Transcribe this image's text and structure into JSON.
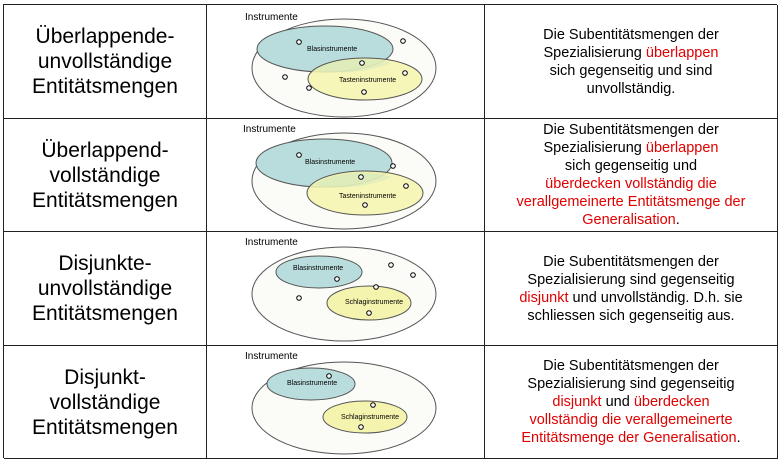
{
  "rows": [
    {
      "title": [
        "Überlappende-",
        "unvollständige",
        "Entitätsmengen"
      ],
      "diagram": {
        "outer": "Instrumente",
        "set_a": "Blasinstrumente",
        "set_b": "Tasteninstrumente"
      },
      "desc": [
        {
          "t": "Die Subentitätsmengen der",
          "c": "black"
        },
        {
          "t": "Spezialisierung ",
          "c": "black"
        },
        {
          "t": "überlappen",
          "c": "red"
        },
        {
          "t": "sich gegenseitig und sind",
          "c": "black"
        },
        {
          "t": "unvollständig.",
          "c": "black"
        }
      ]
    },
    {
      "title": [
        "Überlappend-",
        "vollständige",
        "Entitätsmengen"
      ],
      "diagram": {
        "outer": "Instrumente",
        "set_a": "Blasinstrumente",
        "set_b": "Tasteninstrumente"
      },
      "desc": [
        {
          "t": "Die Subentitätsmengen der",
          "c": "black"
        },
        {
          "t": "Spezialisierung ",
          "c": "black"
        },
        {
          "t": "überlappen",
          "c": "red"
        },
        {
          "t": "sich gegenseitig und",
          "c": "black"
        },
        {
          "t": "überdecken vollständig die",
          "c": "red"
        },
        {
          "t": "verallgemeinerte Entitätsmenge der",
          "c": "red"
        },
        {
          "t": "Generalisation",
          "c": "red"
        },
        {
          "t": ".",
          "c": "black"
        }
      ]
    },
    {
      "title": [
        "Disjunkte-",
        "unvollständige",
        "Entitätsmengen"
      ],
      "diagram": {
        "outer": "Instrumente",
        "set_a": "Blasinstrumente",
        "set_b": "Schlaginstrumente"
      },
      "desc": [
        {
          "t": "Die Subentitätsmengen der",
          "c": "black"
        },
        {
          "t": "Spezialisierung sind gegenseitig",
          "c": "black"
        },
        {
          "t": "disjunkt",
          "c": "red"
        },
        {
          "t": " und unvollständig. D.h. sie",
          "c": "black"
        },
        {
          "t": "schliessen sich gegenseitig aus.",
          "c": "black"
        }
      ]
    },
    {
      "title": [
        "Disjunkt-",
        "vollständige",
        "Entitätsmengen"
      ],
      "diagram": {
        "outer": "Instrumente",
        "set_a": "Blasinstrumente",
        "set_b": "Schlaginstrumente"
      },
      "desc": [
        {
          "t": "Die Subentitätsmengen der",
          "c": "black"
        },
        {
          "t": "Spezialisierung sind gegenseitig",
          "c": "black"
        },
        {
          "t": "disjunkt",
          "c": "red"
        },
        {
          "t": " und ",
          "c": "black"
        },
        {
          "t": "überdecken",
          "c": "red"
        },
        {
          "t": "vollständig die verallgemeinerte",
          "c": "red"
        },
        {
          "t": "Entitätsmenge der Generalisation",
          "c": "red"
        },
        {
          "t": ".",
          "c": "black"
        }
      ]
    }
  ],
  "colors": {
    "blue_fill": "#b9dcdc",
    "yellow_fill": "#f4f4ae",
    "outer_fill": "#fbfbf8",
    "red": "#e00000"
  }
}
